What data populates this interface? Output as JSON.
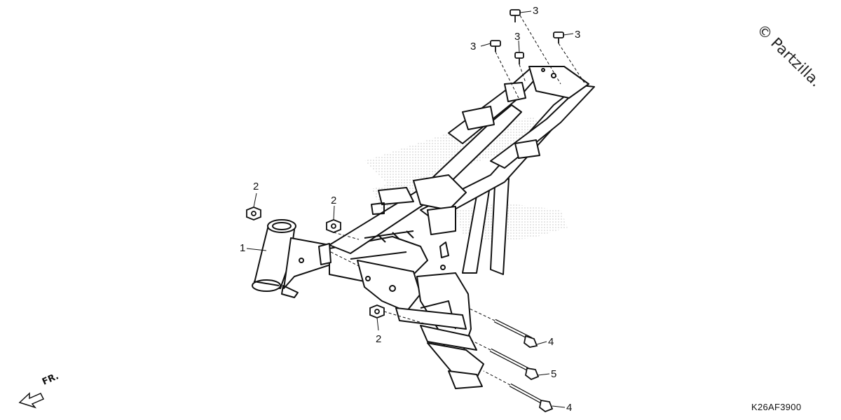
{
  "watermark": "© Partzilla.",
  "drawing_code": "K26AF3900",
  "direction_label": "FR.",
  "callouts": {
    "c1": "1",
    "c2a": "2",
    "c2b": "2",
    "c2c": "2",
    "c3a": "3",
    "c3b": "3",
    "c3c": "3",
    "c3d": "3",
    "c4a": "4",
    "c4b": "4",
    "c5": "5"
  },
  "colors": {
    "line": "#111111",
    "watermark_logo": "#d8d8d8"
  }
}
